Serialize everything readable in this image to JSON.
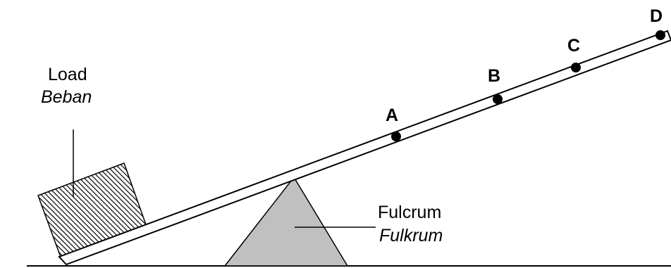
{
  "labels": {
    "load": "Load",
    "load_translation": "Beban",
    "fulcrum": "Fulcrum",
    "fulcrum_translation": "Fulkrum"
  },
  "points": [
    "A",
    "B",
    "C",
    "D"
  ],
  "colors": {
    "fulcrum_fill": "#c0c0c0",
    "line": "#000000",
    "background": "#ffffff"
  }
}
